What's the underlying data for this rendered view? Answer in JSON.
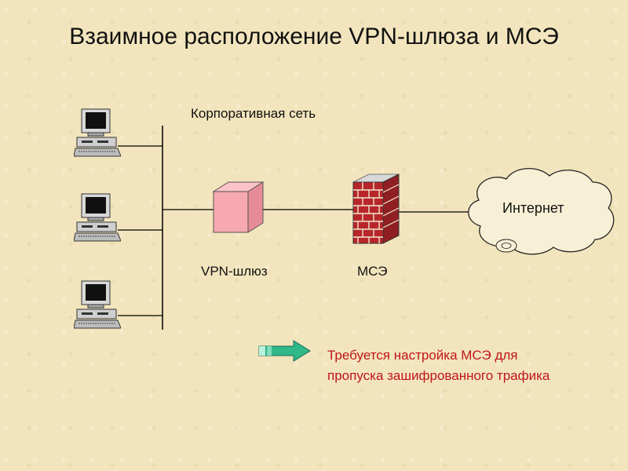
{
  "title": "Взаимное расположение VPN-шлюза и МСЭ",
  "labels": {
    "corporate_network": "Корпоративная сеть",
    "vpn_gateway": "VPN-шлюз",
    "firewall": "МСЭ",
    "internet": "Интернет"
  },
  "note": {
    "line1": "Требуется настройка МСЭ для",
    "line2": "пропуска зашифрованного трафика"
  },
  "colors": {
    "background": "#f2e5bd",
    "note_text": "#c0161a",
    "vpn_box": "#f7a8b0",
    "firewall_brick": "#b8262a",
    "arrow": "#2fb88a"
  },
  "icons": [
    "computer-icon",
    "vpn-gateway-cube",
    "firewall-brick-wall",
    "internet-cloud",
    "arrow-right-icon"
  ]
}
